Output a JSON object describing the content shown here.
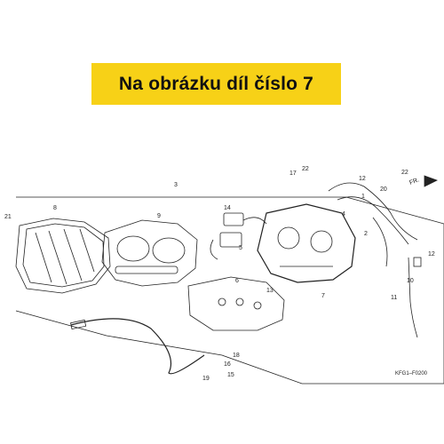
{
  "banner": {
    "text": "Na obrázku díl číslo 7",
    "background": "#f7d117"
  },
  "diagram": {
    "part_labels": [
      "3",
      "8",
      "9",
      "14",
      "5",
      "6",
      "7",
      "17",
      "22",
      "12",
      "1",
      "20",
      "4",
      "2",
      "13",
      "16",
      "18",
      "15",
      "19",
      "11",
      "10",
      "21"
    ],
    "direction_marker": "FR.",
    "code": "KFG1–F0200",
    "line_color": "#222222"
  }
}
